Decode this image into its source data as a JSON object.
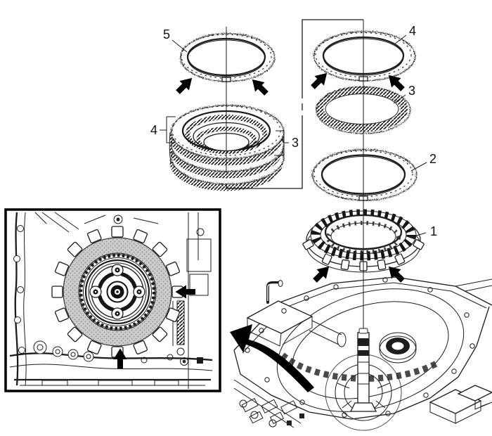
{
  "diagram": {
    "callouts_left": [
      {
        "label": "5"
      },
      {
        "label": "4"
      },
      {
        "label": "3"
      }
    ],
    "callouts_right": [
      {
        "label": "4"
      },
      {
        "label": "3"
      },
      {
        "label": "2"
      },
      {
        "label": "1"
      }
    ],
    "colors": {
      "line": "#1c1c1c",
      "arrow": "#000000",
      "friction_gray": "#cccccc",
      "background": "#ffffff"
    },
    "icons": {
      "direction_arrow": "solid-black-arrow",
      "transfer_arrow": "curved-black-arrow"
    }
  }
}
